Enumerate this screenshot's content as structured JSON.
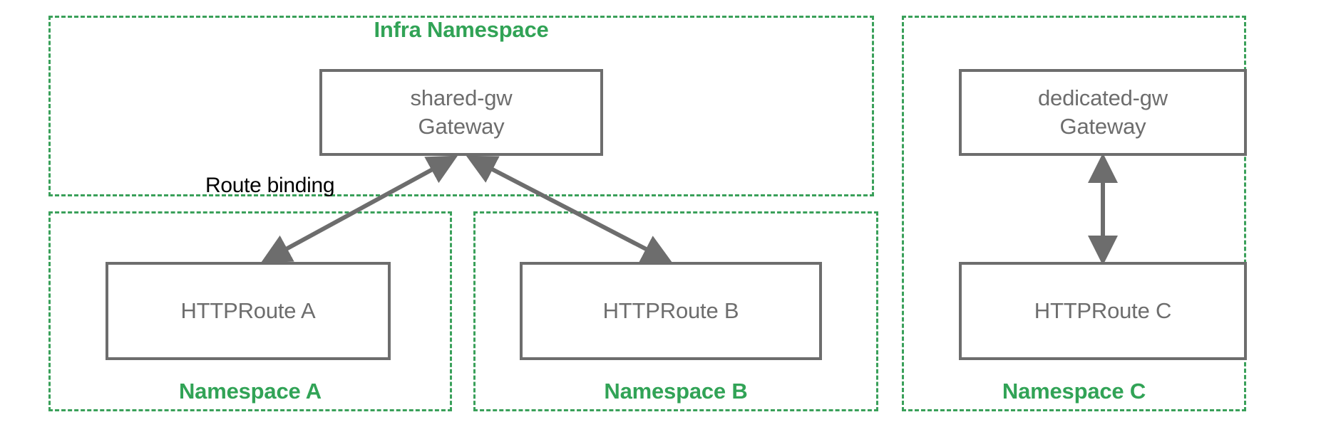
{
  "diagram": {
    "title_text_color": "#6d6d6d",
    "namespace_color": "#31a356",
    "edge_color": "#6d6d6d",
    "background": "#ffffff",
    "namespaces": [
      {
        "id": "infra",
        "label": "Infra Namespace",
        "label_position": "top"
      },
      {
        "id": "ns-a",
        "label": "Namespace A",
        "label_position": "bottom"
      },
      {
        "id": "ns-b",
        "label": "Namespace B",
        "label_position": "bottom"
      },
      {
        "id": "ns-c",
        "label": "Namespace C",
        "label_position": "bottom"
      }
    ],
    "nodes": [
      {
        "id": "shared-gw",
        "line1": "shared-gw",
        "line2": "Gateway",
        "namespace": "infra"
      },
      {
        "id": "dedicated-gw",
        "line1": "dedicated-gw",
        "line2": "Gateway",
        "namespace": "ns-c"
      },
      {
        "id": "route-a",
        "line1": "HTTPRoute A",
        "line2": "",
        "namespace": "ns-a"
      },
      {
        "id": "route-b",
        "line1": "HTTPRoute B",
        "line2": "",
        "namespace": "ns-b"
      },
      {
        "id": "route-c",
        "line1": "HTTPRoute C",
        "line2": "",
        "namespace": "ns-c"
      }
    ],
    "edges": [
      {
        "id": "edge-a",
        "from": "shared-gw",
        "to": "route-a",
        "label": "Route binding",
        "arrows": "both"
      },
      {
        "id": "edge-b",
        "from": "shared-gw",
        "to": "route-b",
        "label": "",
        "arrows": "both"
      },
      {
        "id": "edge-c",
        "from": "dedicated-gw",
        "to": "route-c",
        "label": "",
        "arrows": "both"
      }
    ],
    "edge_labels": {
      "route_binding": "Route binding"
    }
  }
}
